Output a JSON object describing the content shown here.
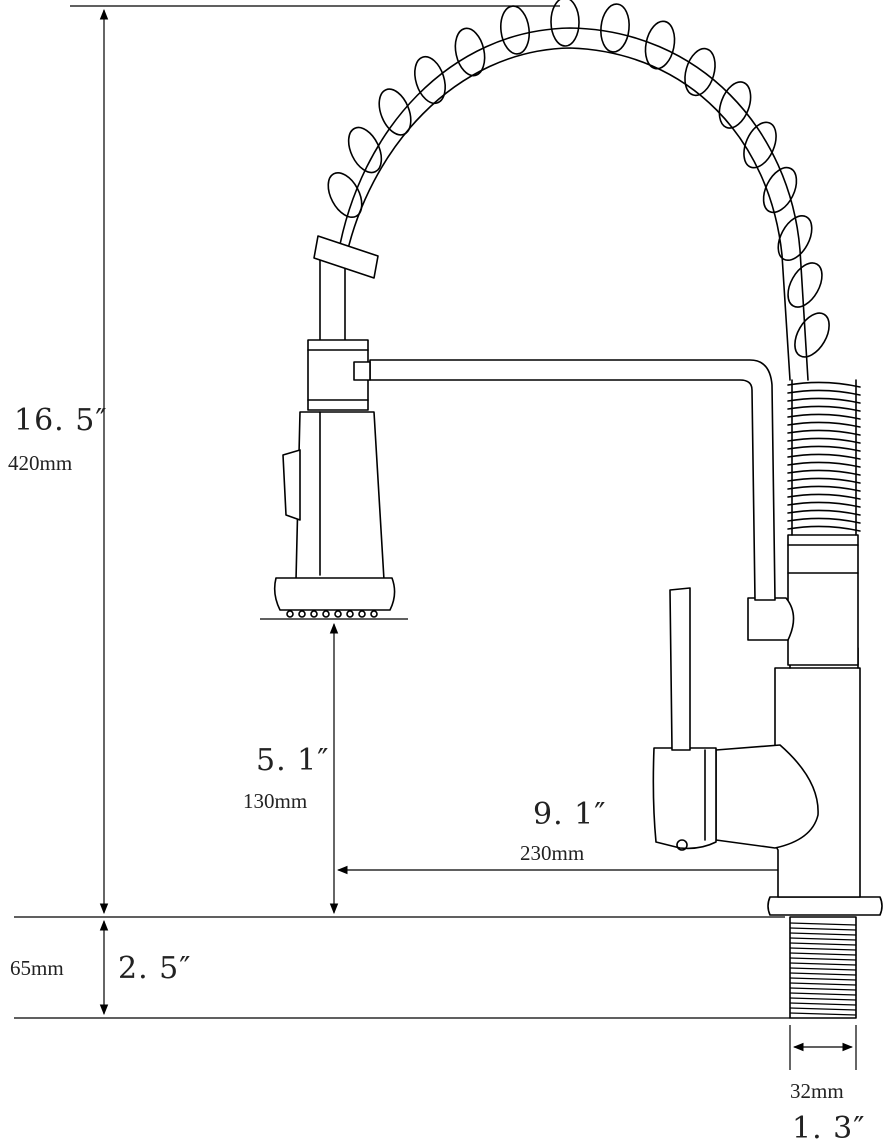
{
  "dimensions": {
    "total_height": {
      "inch": "16. 5″",
      "mm": "420mm"
    },
    "spout_clearance": {
      "inch": "5. 1″",
      "mm": "130mm"
    },
    "reach": {
      "inch": "9. 1″",
      "mm": "230mm"
    },
    "shank_length": {
      "inch": "2. 5″",
      "mm": "65mm"
    },
    "shank_diameter": {
      "inch": "1. 3″",
      "mm": "32mm"
    }
  },
  "colors": {
    "line": "#000000",
    "background": "#ffffff",
    "text": "#222222"
  }
}
